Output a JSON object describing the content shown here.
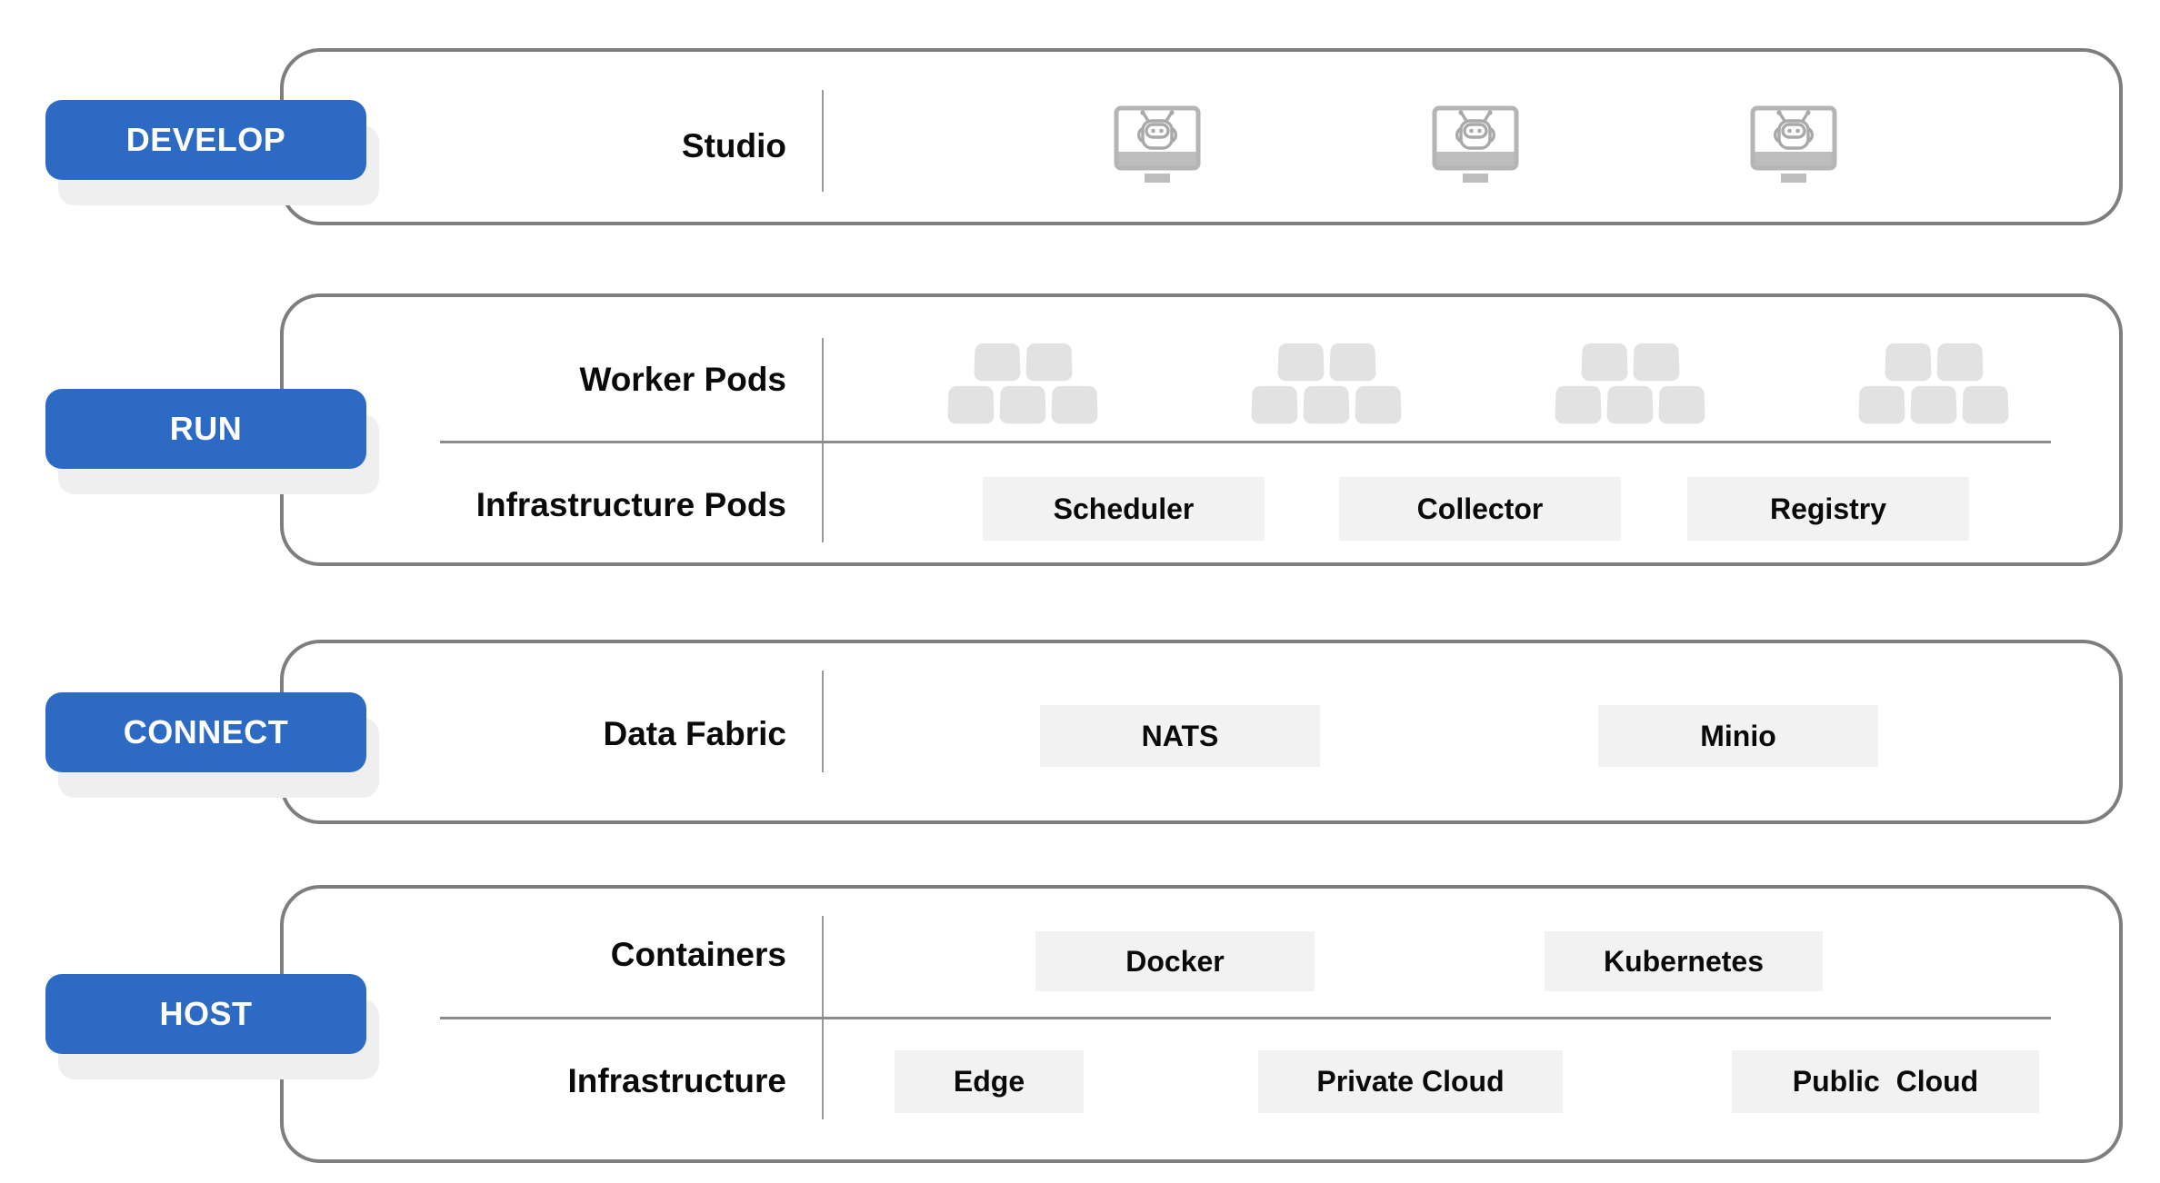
{
  "diagram": {
    "layers": [
      {
        "button": "DEVELOP",
        "rows": [
          {
            "label": "Studio",
            "icons": [
              "robot-terminal-icon",
              "robot-terminal-icon",
              "robot-terminal-icon"
            ],
            "chips": []
          }
        ]
      },
      {
        "button": "RUN",
        "rows": [
          {
            "label": "Worker Pods",
            "icons": [
              "pod-cluster-icon",
              "pod-cluster-icon",
              "pod-cluster-icon",
              "pod-cluster-icon"
            ],
            "chips": []
          },
          {
            "label": "Infrastructure Pods",
            "icons": [],
            "chips": [
              "Scheduler",
              "Collector",
              "Registry"
            ]
          }
        ]
      },
      {
        "button": "CONNECT",
        "rows": [
          {
            "label": "Data Fabric",
            "icons": [],
            "chips": [
              "NATS",
              "Minio"
            ]
          }
        ]
      },
      {
        "button": "HOST",
        "rows": [
          {
            "label": "Containers",
            "icons": [],
            "chips": [
              "Docker",
              "Kubernetes"
            ]
          },
          {
            "label": "Infrastructure",
            "icons": [],
            "chips": [
              "Edge",
              "Private Cloud",
              "Public  Cloud"
            ]
          }
        ]
      }
    ],
    "colors": {
      "accent_blue": "#2d6ac4",
      "panel_border": "#7e7e7e",
      "divider_vertical": "#999999",
      "divider_horizontal": "#8c8c8c",
      "chip_background": "#f2f2f2",
      "monitor_gray": "#b5b5b5",
      "robot_gray": "#a9a9a9",
      "pod_gray": "#e2e2e3",
      "button_shadow": "#efefef",
      "text": "#0a0a0a"
    }
  }
}
